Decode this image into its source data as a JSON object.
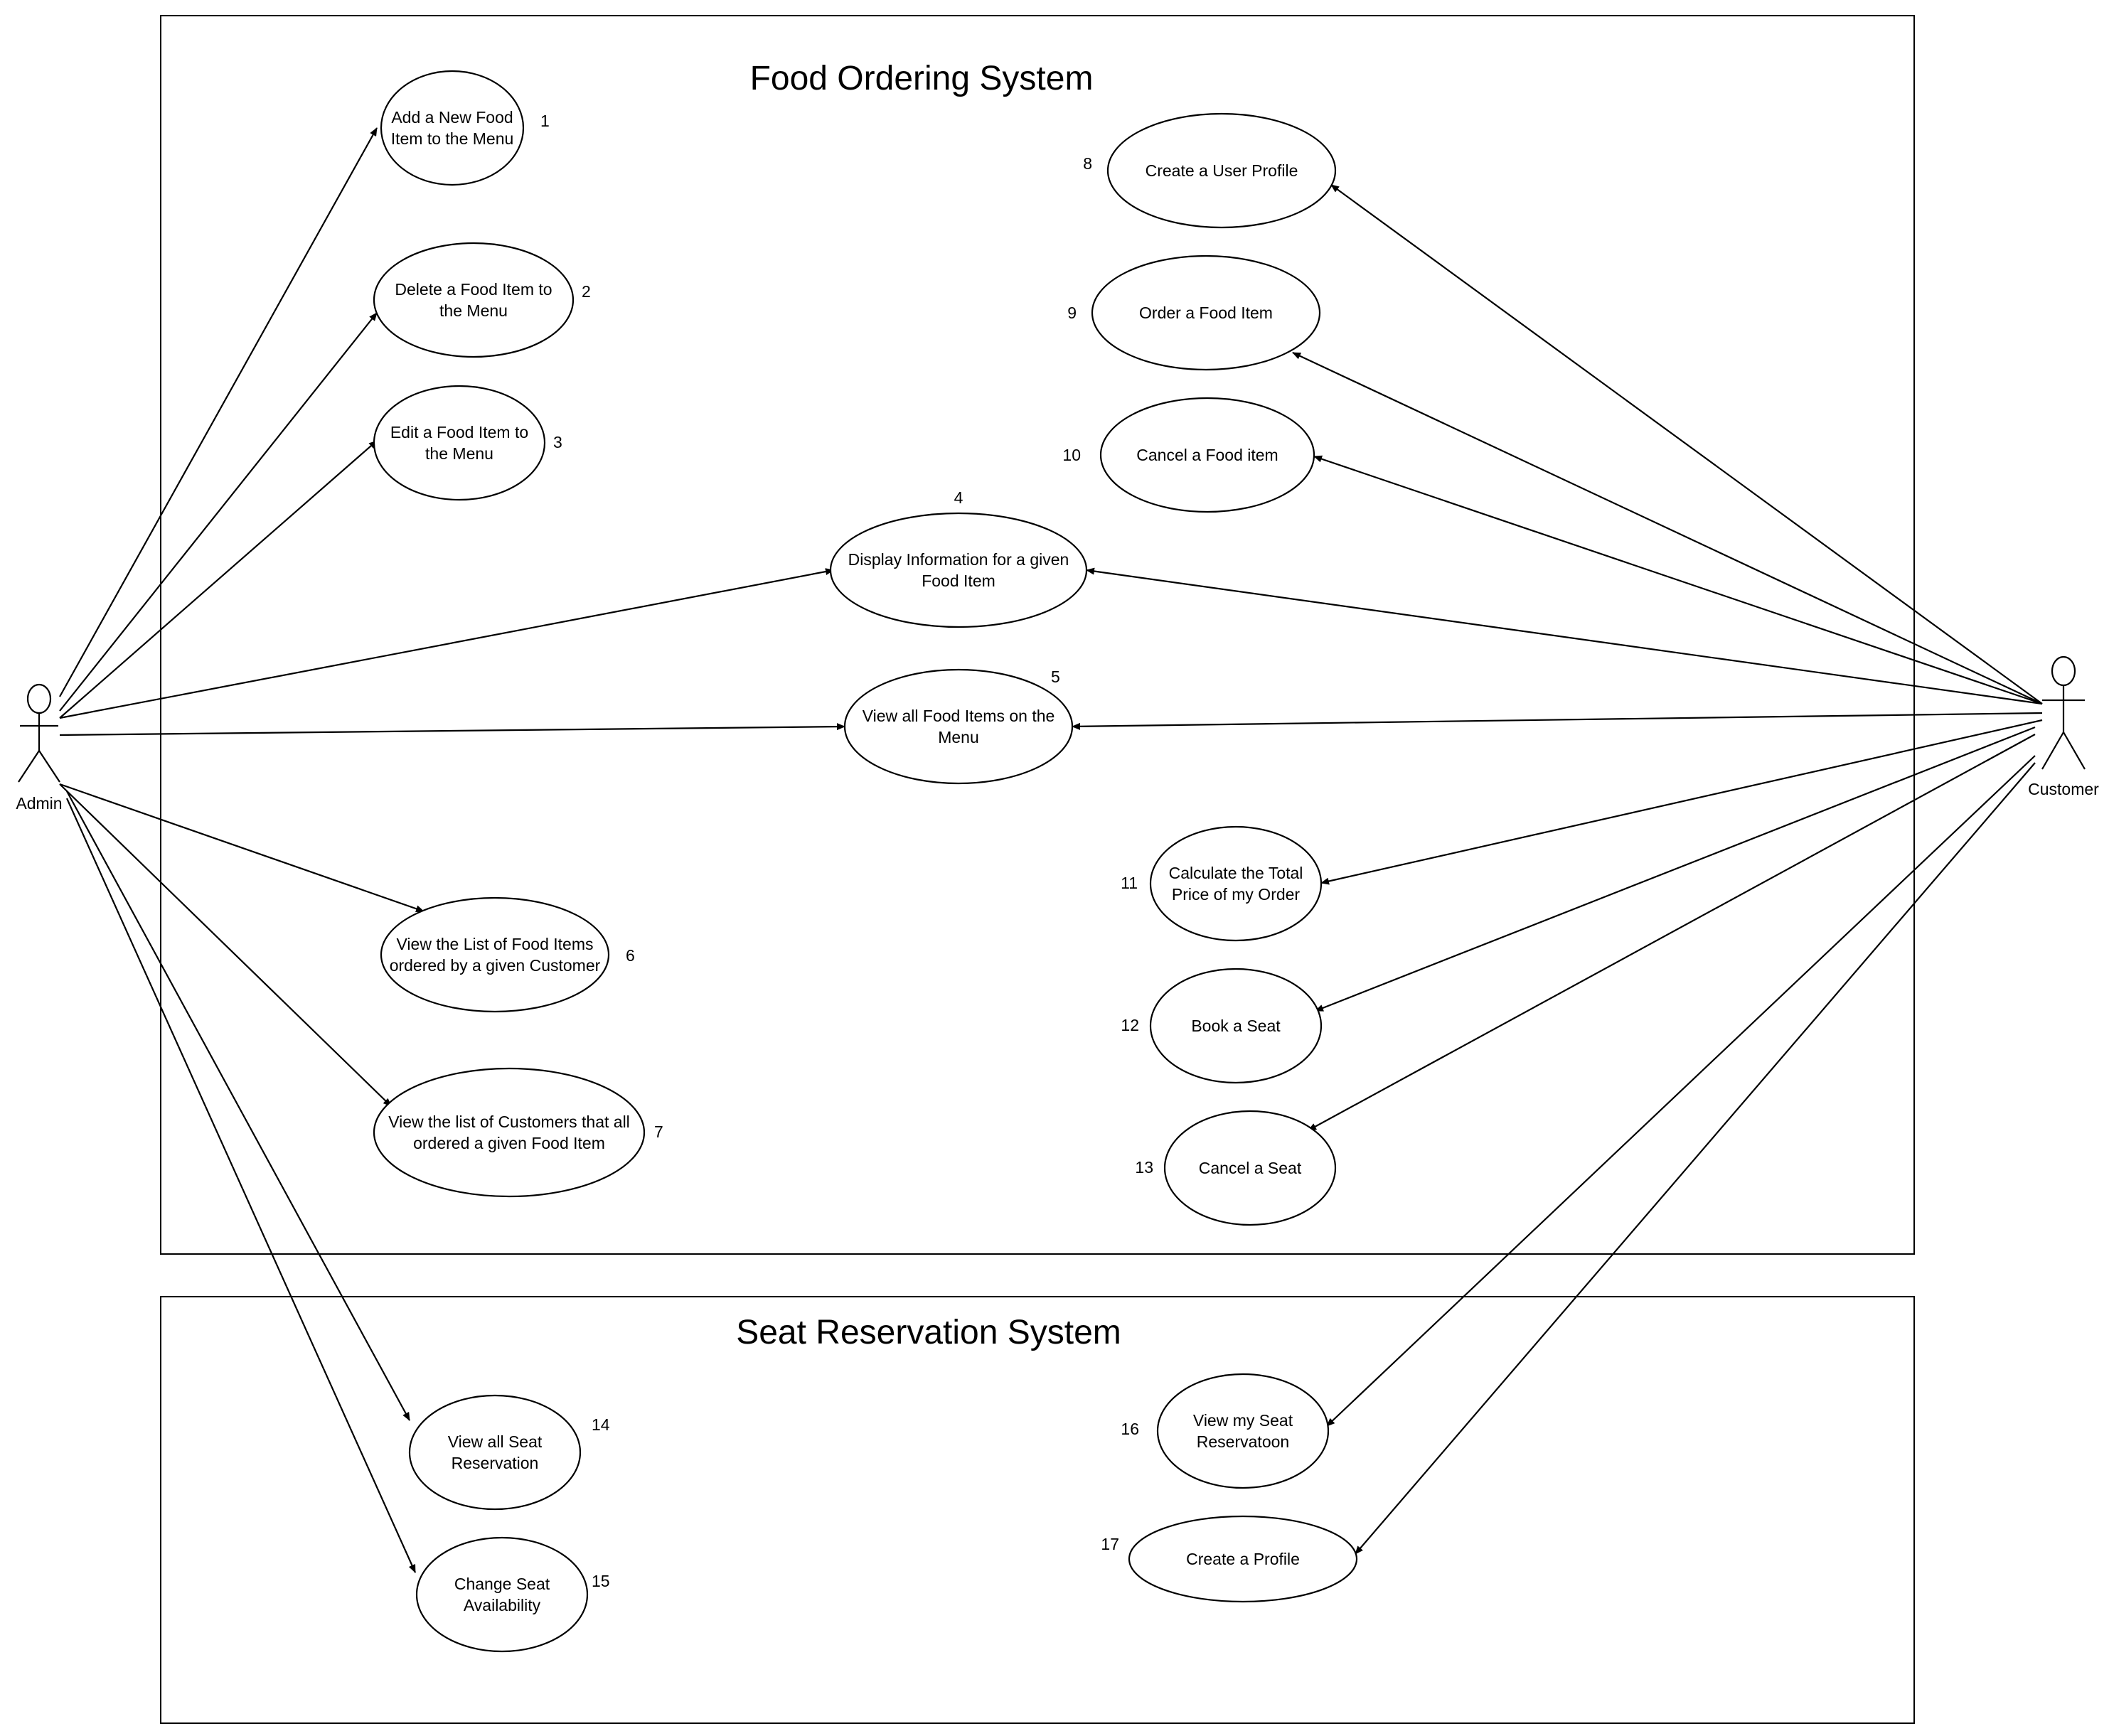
{
  "systems": {
    "food": {
      "title": "Food Ordering System"
    },
    "seat": {
      "title": "Seat Reservation System"
    }
  },
  "actors": {
    "admin": {
      "name": "Admin"
    },
    "customer": {
      "name": "Customer"
    }
  },
  "use_cases": [
    {
      "id": "1",
      "lines": [
        "Add a New Food",
        "Item to the Menu"
      ]
    },
    {
      "id": "2",
      "lines": [
        "Delete a Food Item to",
        "the Menu"
      ]
    },
    {
      "id": "3",
      "lines": [
        "Edit a Food Item to",
        "the Menu"
      ]
    },
    {
      "id": "4",
      "lines": [
        "Display Information for a given",
        "Food Item"
      ]
    },
    {
      "id": "5",
      "lines": [
        "View all Food Items on the",
        "Menu"
      ]
    },
    {
      "id": "6",
      "lines": [
        "View the List of Food Items",
        "ordered by a given Customer"
      ]
    },
    {
      "id": "7",
      "lines": [
        "View the list of Customers that all",
        "ordered a given Food Item"
      ]
    },
    {
      "id": "8",
      "lines": [
        "Create a User Profile"
      ]
    },
    {
      "id": "9",
      "lines": [
        "Order a Food Item"
      ]
    },
    {
      "id": "10",
      "lines": [
        "Cancel a Food item"
      ]
    },
    {
      "id": "11",
      "lines": [
        "Calculate the Total",
        "Price of my Order"
      ]
    },
    {
      "id": "12",
      "lines": [
        "Book a Seat"
      ]
    },
    {
      "id": "13",
      "lines": [
        "Cancel a Seat"
      ]
    },
    {
      "id": "14",
      "lines": [
        "View all Seat",
        "Reservation"
      ]
    },
    {
      "id": "15",
      "lines": [
        "Change Seat",
        "Availability"
      ]
    },
    {
      "id": "16",
      "lines": [
        "View my Seat",
        "Reservatoon"
      ]
    },
    {
      "id": "17",
      "lines": [
        "Create a Profile"
      ]
    }
  ],
  "associations": {
    "admin": [
      "1",
      "2",
      "3",
      "4",
      "5",
      "6",
      "7",
      "14",
      "15"
    ],
    "customer": [
      "8",
      "9",
      "10",
      "4",
      "5",
      "11",
      "12",
      "13",
      "16",
      "17"
    ]
  }
}
